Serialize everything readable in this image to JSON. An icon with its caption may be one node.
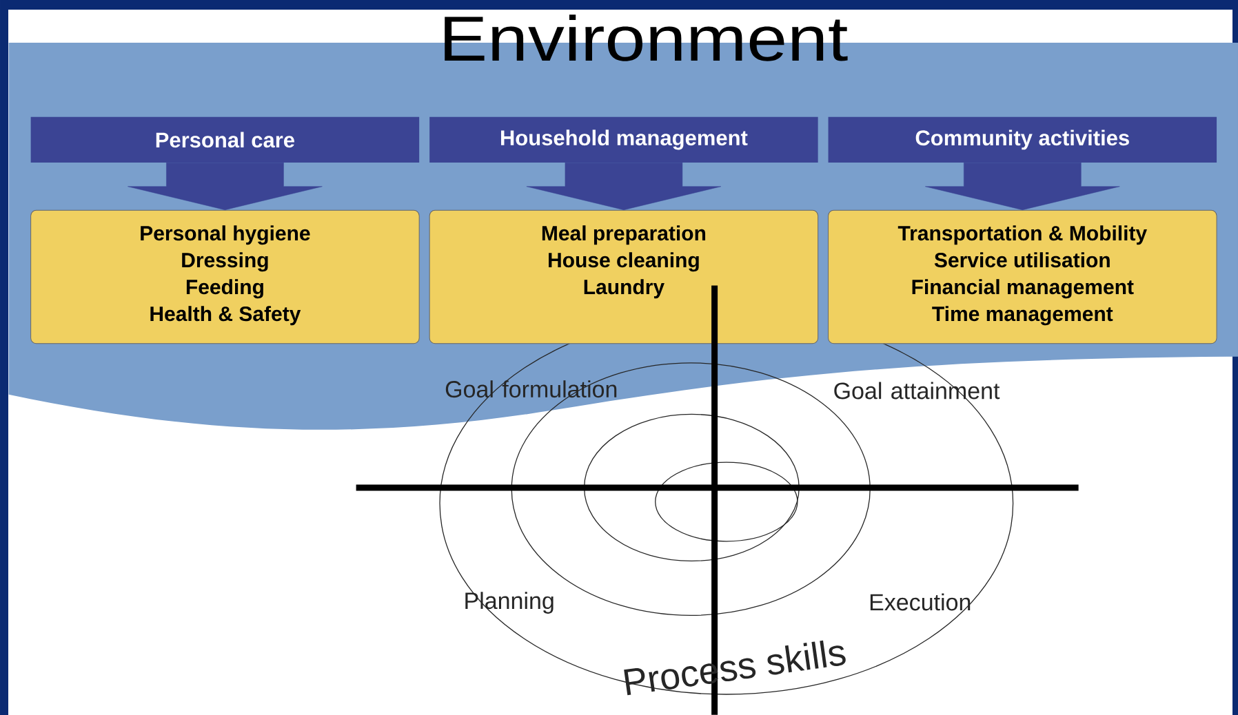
{
  "diagram": {
    "title": "Environment",
    "nodes": [
      {
        "text": [
          "Personal care"
        ]
      },
      {
        "text": [
          "Personal hygiene",
          "Dressing",
          "Feeding",
          "Health & Safety"
        ]
      },
      {
        "text": [
          "Household management"
        ]
      },
      {
        "text": [
          "Meal preparation",
          "House cleaning",
          "Laundry"
        ]
      },
      {
        "text": [
          "Community activities"
        ]
      },
      {
        "text": [
          "Transportation & Mobility",
          "Service utilisation",
          "Financial management",
          "Time management"
        ]
      }
    ],
    "edges": [
      {
        "from": 0,
        "to": 1,
        "arrow": "to"
      },
      {
        "from": 2,
        "to": 3,
        "arrow": "to"
      },
      {
        "from": 4,
        "to": 5,
        "arrow": "to"
      }
    ],
    "labels": [
      "Goal formulation",
      "Goal attainment",
      "Planning",
      "Execution",
      "Process skills"
    ]
  }
}
